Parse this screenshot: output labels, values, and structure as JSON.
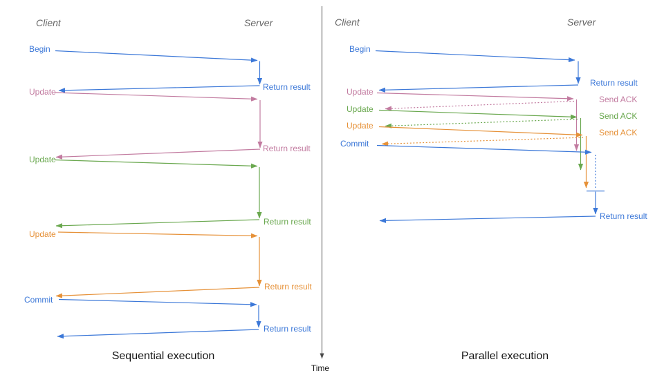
{
  "colors": {
    "blue": "#3c78d8",
    "pink": "#c27ba0",
    "green": "#6aa84f",
    "orange": "#e69138",
    "axis": "#4a4a4a",
    "header": "#666666",
    "title": "#161616"
  },
  "axis": {
    "time_label": "Time"
  },
  "sequential": {
    "title": "Sequential execution",
    "client_header": "Client",
    "server_header": "Server",
    "begin": {
      "label": "Begin",
      "result": "Return result"
    },
    "update1": {
      "label": "Update",
      "result": "Return result"
    },
    "update2": {
      "label": "Update",
      "result": "Return result"
    },
    "update3": {
      "label": "Update",
      "result": "Return result"
    },
    "commit": {
      "label": "Commit",
      "result": "Return result"
    }
  },
  "parallel": {
    "title": "Parallel execution",
    "client_header": "Client",
    "server_header": "Server",
    "begin": {
      "label": "Begin",
      "result": "Return result"
    },
    "update1": {
      "label": "Update",
      "ack": "Send ACK"
    },
    "update2": {
      "label": "Update",
      "ack": "Send ACK"
    },
    "update3": {
      "label": "Update",
      "ack": "Send ACK"
    },
    "commit": {
      "label": "Commit",
      "result": "Return result"
    }
  }
}
